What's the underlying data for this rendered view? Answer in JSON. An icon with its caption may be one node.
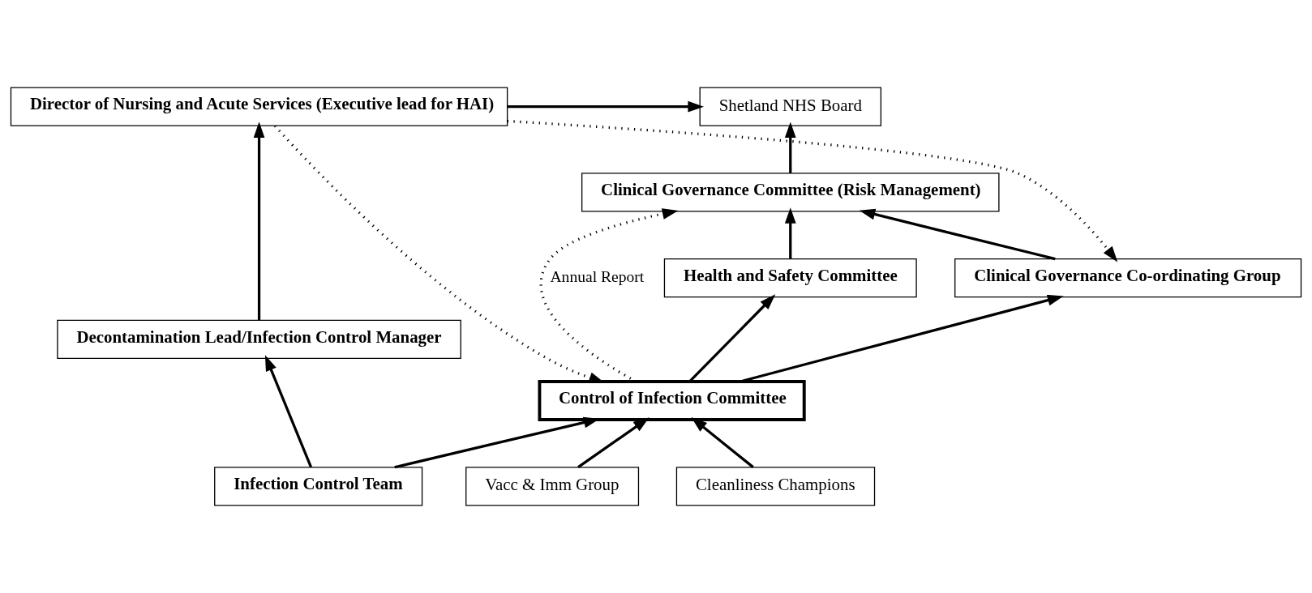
{
  "diagram": {
    "nodes": [
      {
        "text": [
          "Shetland NHS Board"
        ]
      },
      {
        "text": [
          "Director of Nursing and Acute Services (Executive lead for HAI)"
        ]
      },
      {
        "text": [
          "Clinical Governance Committee (Risk Management)"
        ]
      },
      {
        "text": [
          "Health and Safety Committee"
        ]
      },
      {
        "text": [
          "Clinical Governance Co-ordinating Group"
        ]
      },
      {
        "text": [
          "Decontamination Lead/Infection Control Manager"
        ]
      },
      {
        "text": [
          "Control of Infection Committee"
        ]
      },
      {
        "text": [
          "Vacc & Imm Group"
        ]
      },
      {
        "text": [
          "Cleanliness Champions"
        ]
      },
      {
        "text": [
          "Infection Control Team"
        ]
      }
    ],
    "edges": [
      {
        "from": 1,
        "to": 0,
        "arrow": "to"
      },
      {
        "from": 2,
        "to": 0,
        "arrow": "to"
      },
      {
        "from": 3,
        "to": 2,
        "arrow": "to"
      },
      {
        "from": 6,
        "to": 2,
        "arrow": "to",
        "style": "dashed",
        "label": "Annual Report"
      },
      {
        "from": 4,
        "to": 2,
        "arrow": "to"
      },
      {
        "from": 6,
        "to": 3,
        "arrow": "to"
      },
      {
        "from": 6,
        "to": 4,
        "arrow": "to"
      },
      {
        "from": 1,
        "to": 4,
        "arrow": "to",
        "style": "dashed"
      },
      {
        "from": 1,
        "to": 6,
        "arrow": "to",
        "style": "dashed"
      },
      {
        "from": 5,
        "to": 1,
        "arrow": "to"
      },
      {
        "from": 7,
        "to": 6,
        "arrow": "to"
      },
      {
        "from": 8,
        "to": 6,
        "arrow": "to"
      },
      {
        "from": 9,
        "to": 6,
        "arrow": "to"
      },
      {
        "from": 9,
        "to": 5,
        "arrow": "to"
      }
    ]
  }
}
